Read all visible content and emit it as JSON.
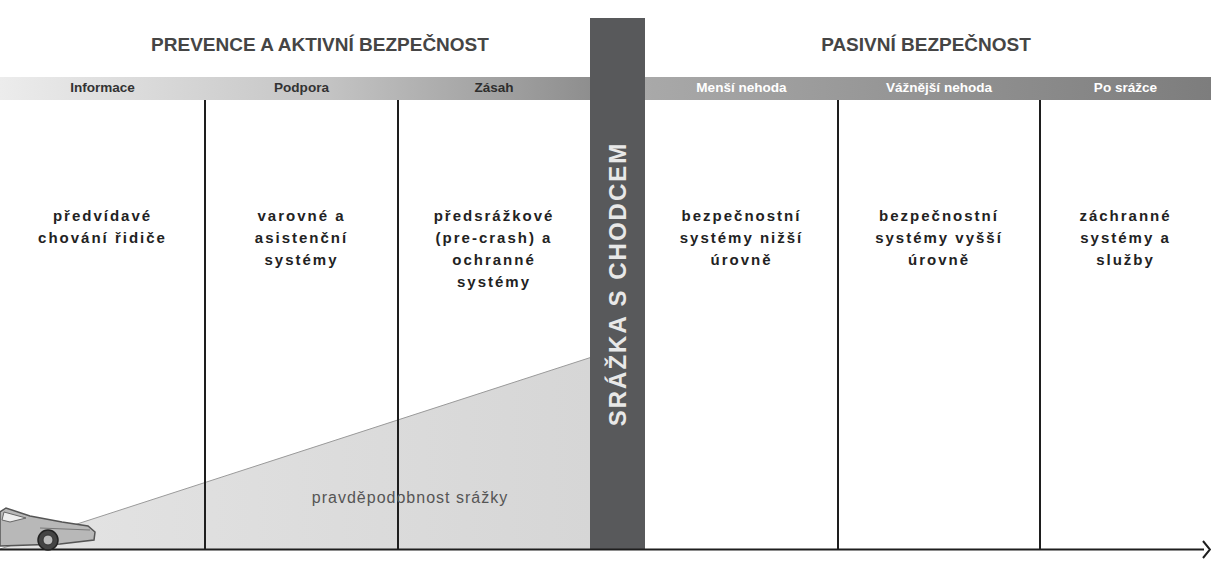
{
  "diagram": {
    "nodes": [
      {
        "text": [
          "Informace",
          "předvídavé chování řidiče"
        ]
      },
      {
        "text": [
          "Podpora",
          "varovné a asistenční systémy"
        ]
      },
      {
        "text": [
          "Zásah",
          "předsrážkové (pre-crash) a ochranné systémy"
        ]
      },
      {
        "text": [
          "SRÁŽKA S CHODCEM"
        ]
      },
      {
        "text": [
          "Menší nehoda",
          "bezpečnostní systémy nižší úrovně"
        ]
      },
      {
        "text": [
          "Vážnější nehoda",
          "bezpečnostní systémy vyšší úrovně"
        ]
      },
      {
        "text": [
          "Po srážce",
          "záchranné systémy a služby"
        ]
      }
    ],
    "labels": [
      "PREVENCE A AKTIVNÍ BEZPEČNOST",
      "PASIVNÍ BEZPEČNOST",
      "pravděpodobnost srážky"
    ]
  }
}
